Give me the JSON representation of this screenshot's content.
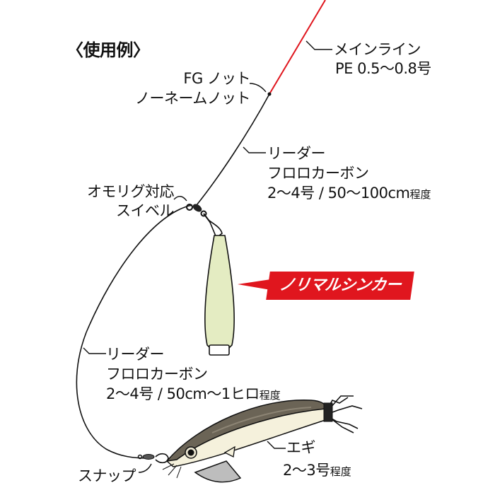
{
  "title": "〈使用例〉",
  "main_line": {
    "name": "メインライン",
    "spec": "PE 0.5〜0.8号"
  },
  "knot": {
    "line1": "FG ノット",
    "line2": "ノーネームノット"
  },
  "leader_upper": {
    "name": "リーダー",
    "material": "フロロカーボン",
    "spec": "2〜4号 / 50〜100cm",
    "suffix": "程度"
  },
  "swivel": {
    "line1": "オモリグ対応",
    "line2": "スイベル"
  },
  "sinker_callout": "ノリマルシンカー",
  "leader_lower": {
    "name": "リーダー",
    "material": "フロロカーボン",
    "spec": "2〜4号 / 50cm〜1ヒロ",
    "suffix": "程度"
  },
  "snap": "スナップ",
  "egi": {
    "name": "エギ",
    "spec": "2〜3号",
    "suffix": "程度"
  },
  "colors": {
    "main_line": "#e0161e",
    "leader": "#1a1a1a",
    "sinker": "#e4ecc2",
    "callout": "#e0161e",
    "egi_body": "#6b6456",
    "egi_belly": "#f5f1dc"
  }
}
